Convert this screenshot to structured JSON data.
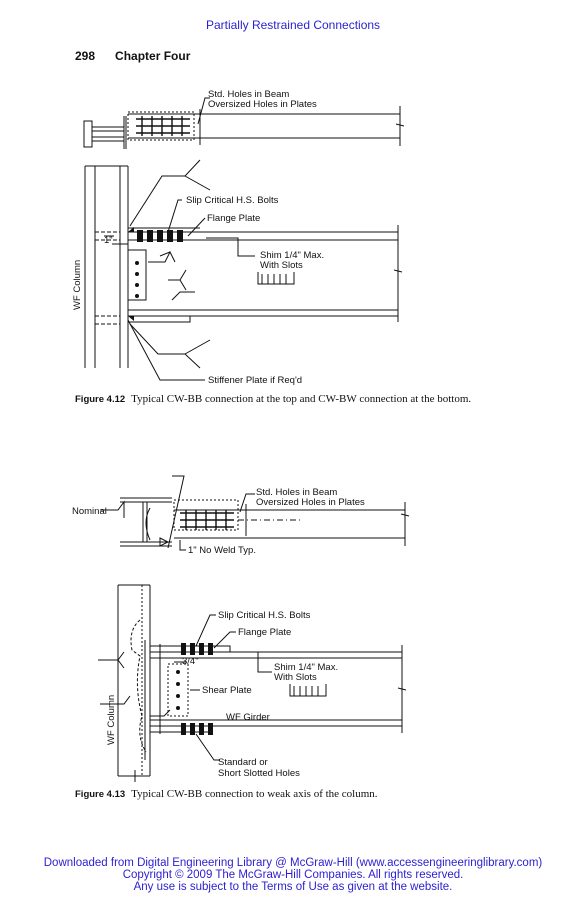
{
  "header": {
    "running_title": "Partially Restrained Connections"
  },
  "page": {
    "number": "298",
    "chapter": "Chapter Four"
  },
  "figure_412": {
    "labels": {
      "std_holes": "Std. Holes in Beam",
      "oversized_holes": "Oversized Holes in Plates",
      "slip_critical": "Slip Critical H.S. Bolts",
      "flange_plate": "Flange Plate",
      "one_inch": "1\"",
      "shim": "Shim 1/4\" Max.",
      "with_slots": "With Slots",
      "wf_column": "WF Column",
      "stiffener": "Stiffener Plate if Req'd"
    },
    "caption_label": "Figure 4.12",
    "caption_text": "Typical CW-BB connection at the top and CW-BW connection at the bottom."
  },
  "figure_413": {
    "labels": {
      "std_holes": "Std. Holes in Beam",
      "oversized_holes": "Oversized Holes in Plates",
      "nominal": "Nominal",
      "no_weld": "1\" No Weld Typ.",
      "slip_critical": "Slip Critical H.S. Bolts",
      "flange_plate": "Flange Plate",
      "three_quarter": "3/4\"",
      "shim": "Shim 1/4\" Max.",
      "with_slots": "With Slots",
      "shear_plate": "Shear Plate",
      "wf_girder": "WF Girder",
      "wf_column": "WF Column",
      "standard_or": "Standard or",
      "short_slotted": "Short Slotted Holes"
    },
    "caption_label": "Figure 4.13",
    "caption_text": "Typical CW-BB connection to weak axis of the column."
  },
  "footer": {
    "line1": "Downloaded from Digital Engineering Library @ McGraw-Hill (www.accessengineeringlibrary.com)",
    "line2": "Copyright © 2009 The McGraw-Hill Companies. All rights reserved.",
    "line3": "Any use is subject to the Terms of Use as given at the website."
  }
}
